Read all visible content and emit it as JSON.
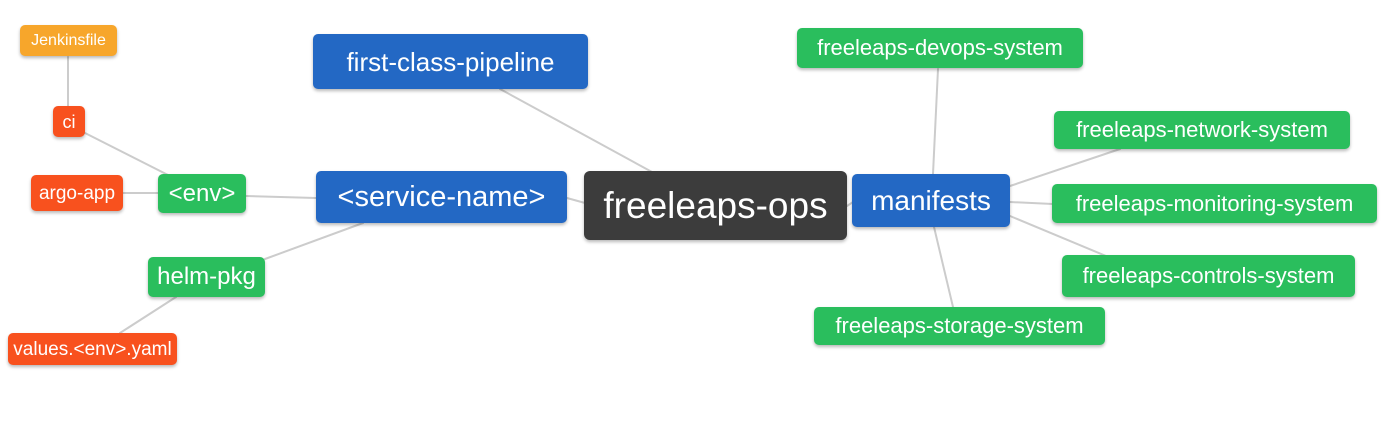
{
  "palette": {
    "root_bg": "#3C3C3C",
    "level1_bg": "#2368C4",
    "level2_bg": "#2ABE5D",
    "level3_bg": "#F8511E",
    "level4_bg": "#F7A62B",
    "text": "#FFFFFF",
    "connector": "#CCCCCC",
    "background": "#FFFFFF"
  },
  "nodes": {
    "freeleaps_ops": {
      "label": "freeleaps-ops",
      "level": "root"
    },
    "first_class_pipeline": {
      "label": "first-class-pipeline",
      "level": "1"
    },
    "service_name": {
      "label": "<service-name>",
      "level": "1"
    },
    "manifests": {
      "label": "manifests",
      "level": "1"
    },
    "env": {
      "label": "<env>",
      "level": "2"
    },
    "helm_pkg": {
      "label": "helm-pkg",
      "level": "2"
    },
    "ci": {
      "label": "ci",
      "level": "3"
    },
    "argo_app": {
      "label": "argo-app",
      "level": "3"
    },
    "values_env_yaml": {
      "label": "values.<env>.yaml",
      "level": "3"
    },
    "jenkinsfile": {
      "label": "Jenkinsfile",
      "level": "4"
    },
    "devops_system": {
      "label": "freeleaps-devops-system",
      "level": "2"
    },
    "network_system": {
      "label": "freeleaps-network-system",
      "level": "2"
    },
    "monitoring_system": {
      "label": "freeleaps-monitoring-system",
      "level": "2"
    },
    "controls_system": {
      "label": "freeleaps-controls-system",
      "level": "2"
    },
    "storage_system": {
      "label": "freeleaps-storage-system",
      "level": "2"
    }
  },
  "edges": [
    {
      "from": "freeleaps_ops",
      "to": "first_class_pipeline"
    },
    {
      "from": "freeleaps_ops",
      "to": "service_name"
    },
    {
      "from": "freeleaps_ops",
      "to": "manifests"
    },
    {
      "from": "service_name",
      "to": "env"
    },
    {
      "from": "service_name",
      "to": "helm_pkg"
    },
    {
      "from": "env",
      "to": "ci"
    },
    {
      "from": "env",
      "to": "argo_app"
    },
    {
      "from": "ci",
      "to": "jenkinsfile"
    },
    {
      "from": "helm_pkg",
      "to": "values_env_yaml"
    },
    {
      "from": "manifests",
      "to": "devops_system"
    },
    {
      "from": "manifests",
      "to": "network_system"
    },
    {
      "from": "manifests",
      "to": "monitoring_system"
    },
    {
      "from": "manifests",
      "to": "controls_system"
    },
    {
      "from": "manifests",
      "to": "storage_system"
    }
  ]
}
